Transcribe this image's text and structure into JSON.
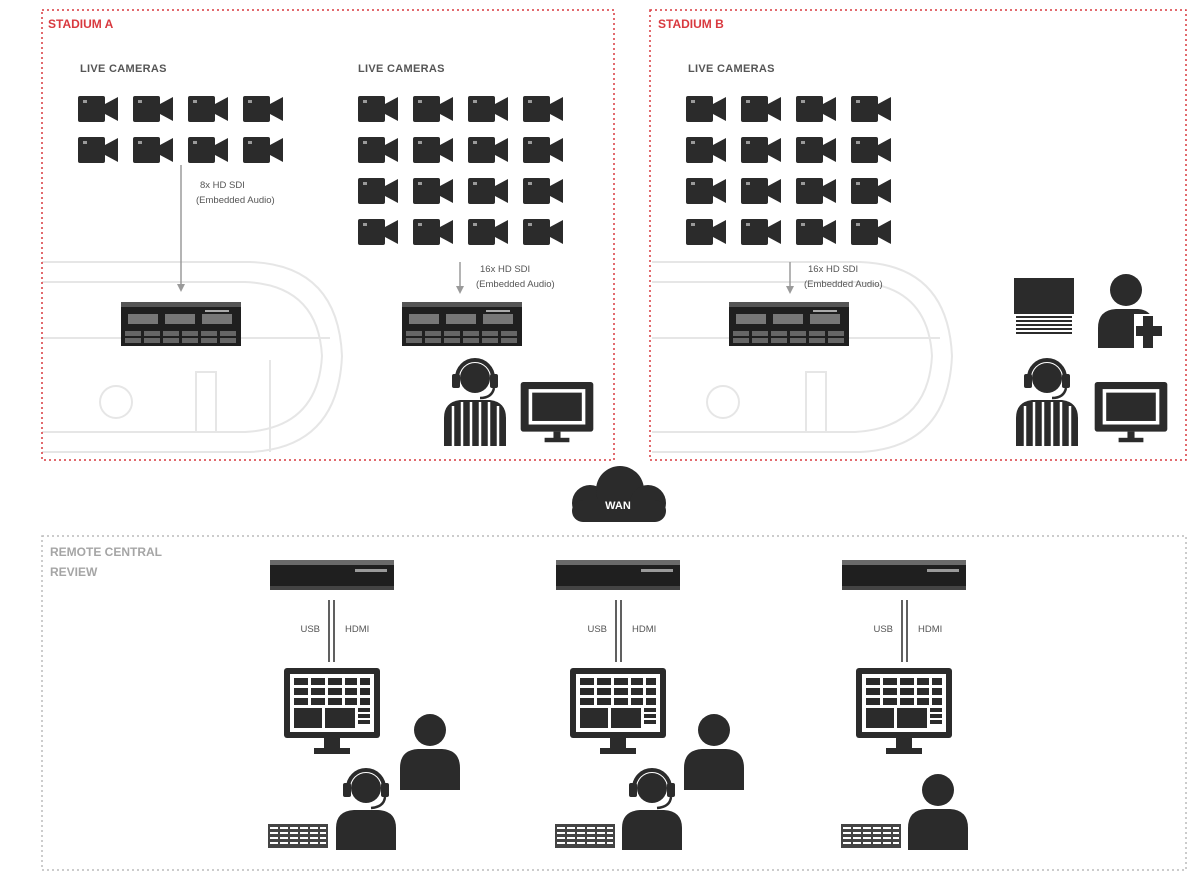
{
  "colors": {
    "accent_red": "#d9393f",
    "remote_gray": "#a5a5a5",
    "icon_dark": "#2b2b2b",
    "field_lines": "#e6e6e6"
  },
  "stadium_a": {
    "title": "STADIUM A",
    "left_group": {
      "label": "LIVE CAMERAS",
      "camera_count": 8,
      "conn_line1": "8x HD SDI",
      "conn_line2": "(Embedded Audio)"
    },
    "right_group": {
      "label": "LIVE CAMERAS",
      "camera_count": 16,
      "conn_line1": "16x HD SDI",
      "conn_line2": "(Embedded Audio)"
    }
  },
  "stadium_b": {
    "title": "STADIUM B",
    "group": {
      "label": "LIVE CAMERAS",
      "camera_count": 16,
      "conn_line1": "16x HD SDI",
      "conn_line2": "(Embedded Audio)"
    }
  },
  "wan": {
    "label": "WAN"
  },
  "remote": {
    "title_line1": "REMOTE CENTRAL",
    "title_line2": "REVIEW",
    "stations": [
      {
        "usb_label": "USB",
        "hdmi_label": "HDMI"
      },
      {
        "usb_label": "USB",
        "hdmi_label": "HDMI"
      },
      {
        "usb_label": "USB",
        "hdmi_label": "HDMI"
      }
    ]
  },
  "icons": [
    "video-camera-icon",
    "server-icon",
    "referee-headset-icon",
    "monitor-icon",
    "medic-icon",
    "tablet-icon",
    "person-icon",
    "keyboard-icon",
    "cloud-icon",
    "touch-panel-icon",
    "usb-hdmi-cable-icon"
  ]
}
